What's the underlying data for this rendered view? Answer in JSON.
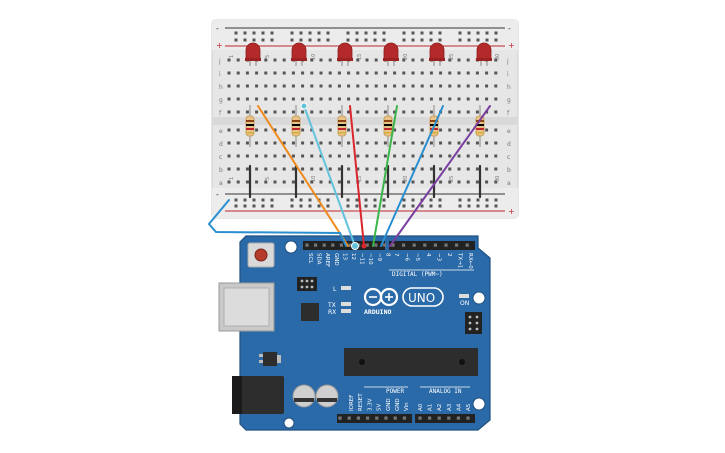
{
  "breadboard": {
    "row_letters_top": [
      "j",
      "i",
      "h",
      "g",
      "f"
    ],
    "row_letters_bottom": [
      "e",
      "d",
      "c",
      "b",
      "a"
    ],
    "column_numbers": [
      "1",
      "5",
      "10",
      "15",
      "20",
      "25",
      "30"
    ],
    "rail_plus": "+",
    "rail_minus": "-"
  },
  "arduino": {
    "logo_text": "ARDUINO",
    "uno_badge": "UNO",
    "digital_label": "DIGITAL (PWM~)",
    "power_label": "POWER",
    "analog_label": "ANALOG IN",
    "led_labels": {
      "l": "L",
      "tx": "TX",
      "rx": "RX",
      "on": "ON"
    },
    "top_pins": [
      "SCL",
      "SDA",
      "AREF",
      "GND",
      "13",
      "12",
      "~11",
      "~10",
      "~9",
      "8",
      "7",
      "~6",
      "~5",
      "4",
      "~3",
      "2",
      "TX→1",
      "RX←0"
    ],
    "bottom_pins": [
      "IOREF",
      "RESET",
      "3.3V",
      "5V",
      "GND",
      "GND",
      "Vin",
      "A0",
      "A1",
      "A2",
      "A3",
      "A4",
      "A5"
    ]
  },
  "colors": {
    "board": "#2b6aa8",
    "led": "#b42a2a",
    "wire_orange": "#f08a1c",
    "wire_lightblue": "#63c2dc",
    "wire_red": "#d9252b",
    "wire_green": "#3bb54a",
    "wire_blue": "#2a8fd0",
    "wire_purple": "#7a3da0",
    "wire_ground": "#2a8fd0"
  }
}
